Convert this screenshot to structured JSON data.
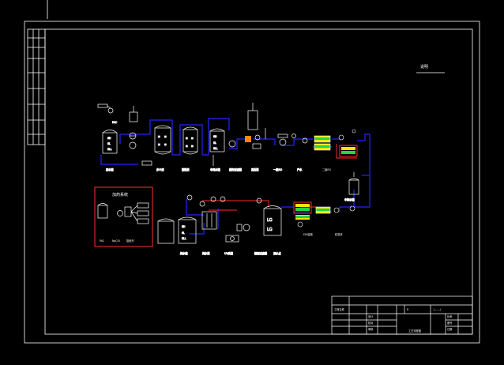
{
  "drawing": {
    "note_label": "说明",
    "legend_title": "加药系统",
    "title_block": {
      "project_label": "工程名称",
      "drawing_name": "工艺流程图"
    }
  },
  "colors": {
    "background": "#000000",
    "frame": "#ffffff",
    "pipe_main": "#2323ff",
    "pipe_chem": "#ff2a2a",
    "legend_border": "#ff3030",
    "membrane_core": "#ffe400",
    "membrane_band": "#28d24a",
    "pump_accent": "#ff8a00"
  },
  "icons": [
    "tank-icon",
    "pump-icon",
    "filter-icon",
    "membrane-icon",
    "valve-icon",
    "gauge-icon",
    "dosing-tank-icon",
    "uv-icon"
  ]
}
